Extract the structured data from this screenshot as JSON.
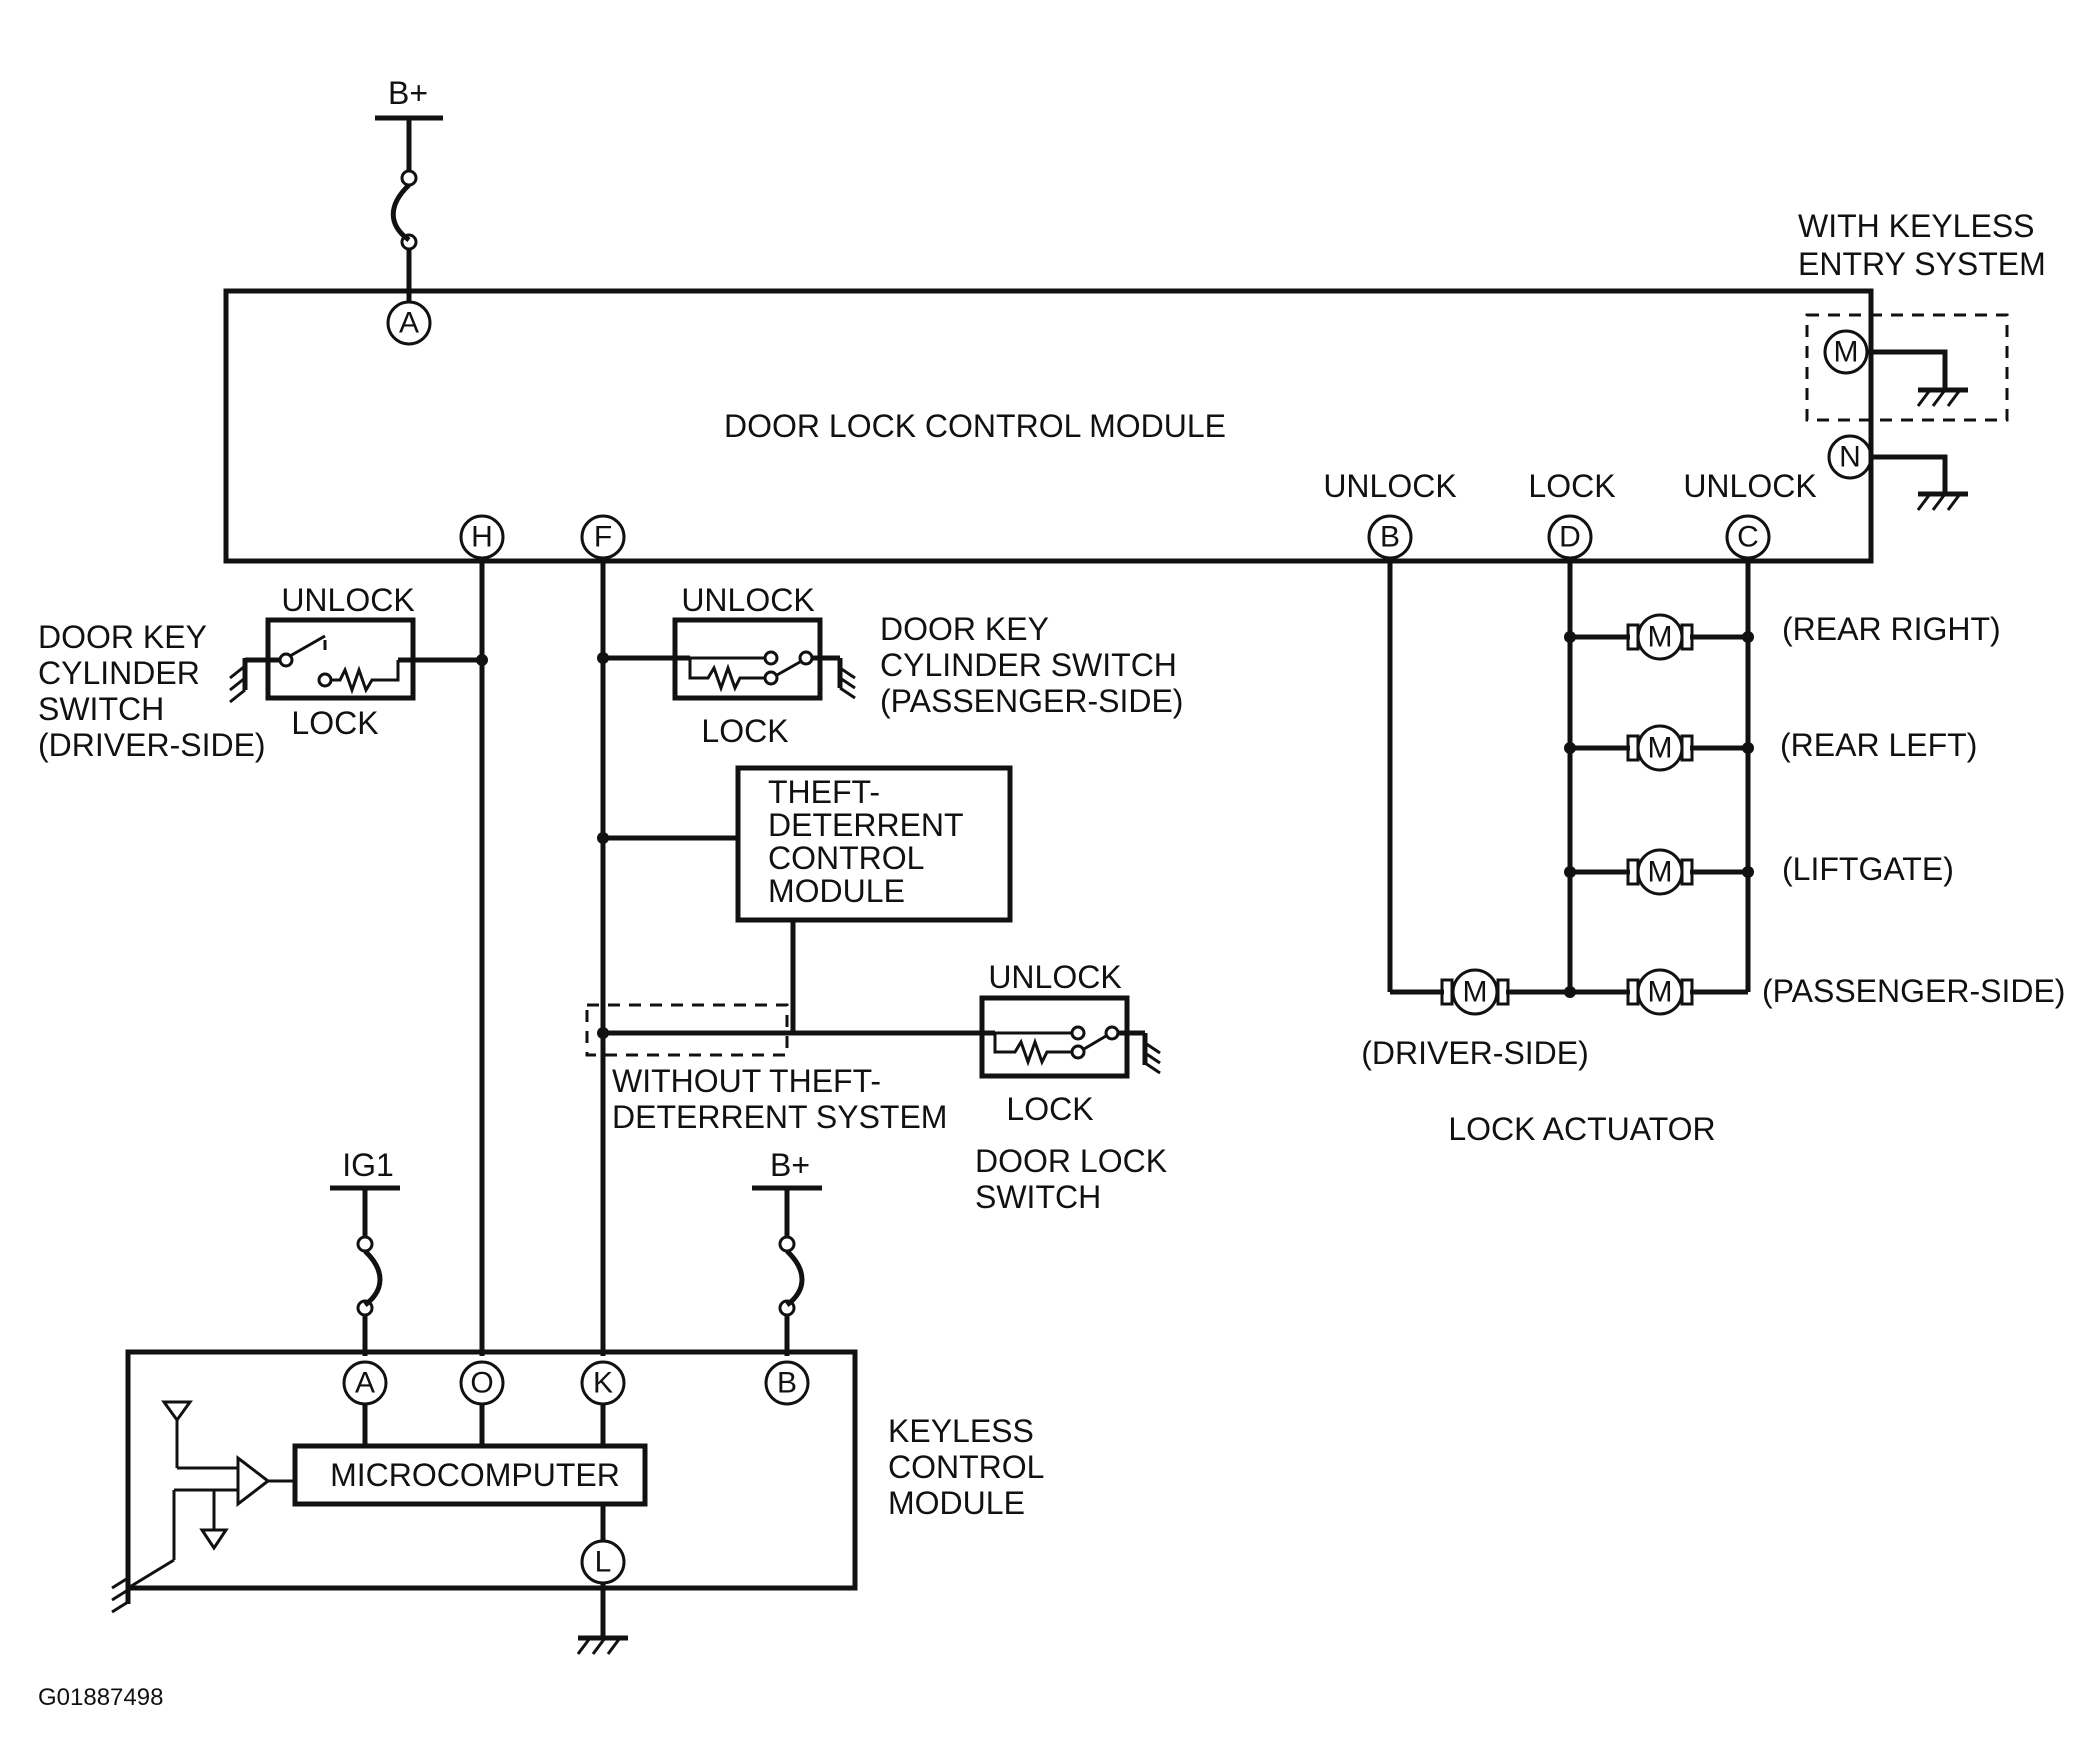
{
  "power": {
    "b_plus_top": "B+",
    "ig1": "IG1",
    "b_plus_keyless": "B+"
  },
  "door_lock_control_module": {
    "title": "DOOR LOCK CONTROL MODULE",
    "pins": {
      "a": "A",
      "h": "H",
      "f": "F",
      "b": "B",
      "d": "D",
      "c": "C",
      "m": "M",
      "n": "N"
    },
    "unlock_b_label": "UNLOCK",
    "lock_d_label": "LOCK",
    "unlock_c_label": "UNLOCK"
  },
  "keyless_entry_option": {
    "line1": "WITH KEYLESS",
    "line2": "ENTRY SYSTEM"
  },
  "driver_key_cylinder_switch": {
    "line1": "DOOR KEY",
    "line2": "CYLINDER",
    "line3": "SWITCH",
    "line4": "(DRIVER-SIDE)",
    "unlock": "UNLOCK",
    "lock": "LOCK"
  },
  "passenger_key_cylinder_switch": {
    "line1": "DOOR KEY",
    "line2": "CYLINDER SWITCH",
    "line3": "(PASSENGER-SIDE)",
    "unlock": "UNLOCK",
    "lock": "LOCK"
  },
  "theft_deterrent_module": {
    "line1": "THEFT-",
    "line2": "DETERRENT",
    "line3": "CONTROL",
    "line4": "MODULE"
  },
  "without_theft_deterrent": {
    "line1": "WITHOUT THEFT-",
    "line2": "DETERRENT SYSTEM"
  },
  "door_lock_switch": {
    "unlock": "UNLOCK",
    "lock": "LOCK",
    "line1": "DOOR LOCK",
    "line2": "SWITCH"
  },
  "lock_actuators": {
    "title": "LOCK ACTUATOR",
    "motor_symbol": "M",
    "rear_right": "(REAR RIGHT)",
    "rear_left": "(REAR LEFT)",
    "liftgate": "(LIFTGATE)",
    "passenger_side": "(PASSENGER-SIDE)",
    "driver_side": "(DRIVER-SIDE)"
  },
  "keyless_control_module": {
    "line1": "KEYLESS",
    "line2": "CONTROL",
    "line3": "MODULE",
    "microcomputer": "MICROCOMPUTER",
    "pins": {
      "a": "A",
      "o": "O",
      "k": "K",
      "b": "B",
      "l": "L"
    }
  },
  "figure_code": "G01887498"
}
